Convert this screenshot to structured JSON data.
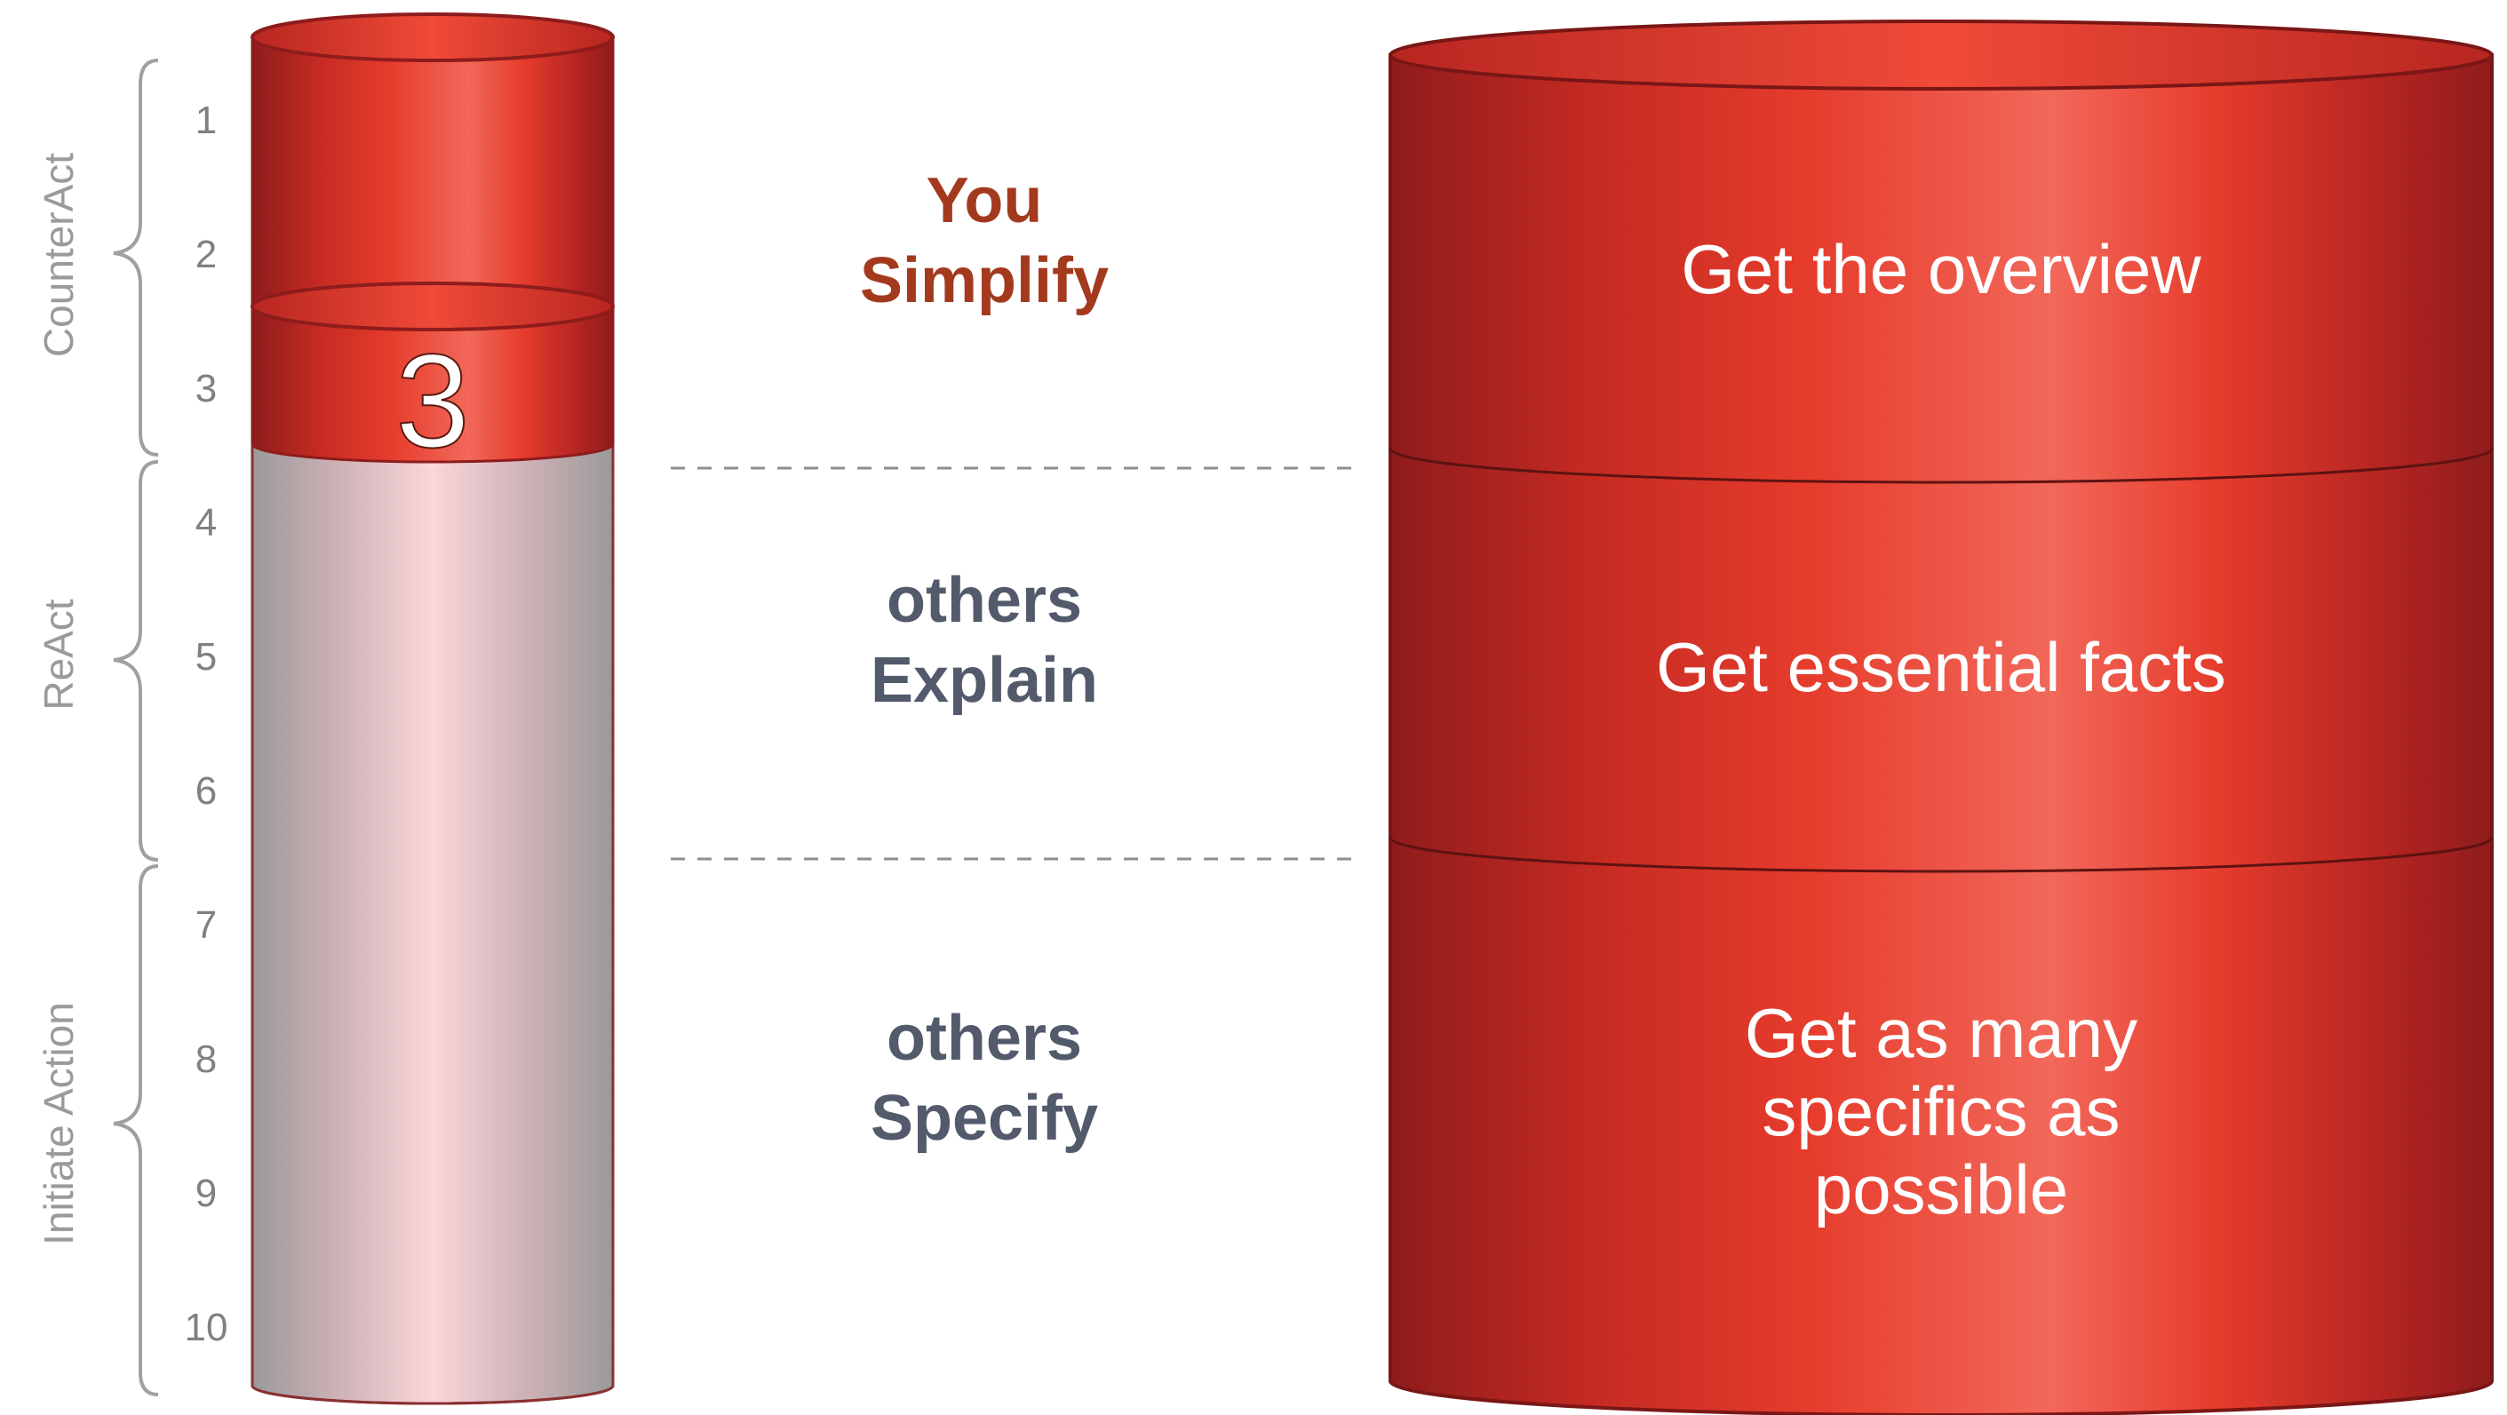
{
  "scale": {
    "numbers": [
      "1",
      "2",
      "3",
      "4",
      "5",
      "6",
      "7",
      "8",
      "9",
      "10"
    ],
    "current_level": "3",
    "current_level_value": 3
  },
  "groups": [
    {
      "label": "CounterAct"
    },
    {
      "label": "ReAct"
    },
    {
      "label": "Initiate Action"
    }
  ],
  "middle": [
    {
      "line1": "You",
      "line2": "Simplify",
      "color": "#a33a1e"
    },
    {
      "line1": "others",
      "line2": "Explain",
      "color": "#525a6b"
    },
    {
      "line1": "others",
      "line2": "Specify",
      "color": "#525a6b"
    }
  ],
  "big_cylinder": [
    {
      "lines": [
        "Get the overview"
      ]
    },
    {
      "lines": [
        "Get essential facts"
      ]
    },
    {
      "lines": [
        "Get as many",
        "specifics as",
        "possible"
      ]
    }
  ],
  "colors": {
    "red_dark": "#8e1c1c",
    "red_mid": "#e63c2c",
    "red_light": "#f2685a",
    "grey_fill": "#a6a6a6",
    "pink_fill": "#fbd6da"
  }
}
